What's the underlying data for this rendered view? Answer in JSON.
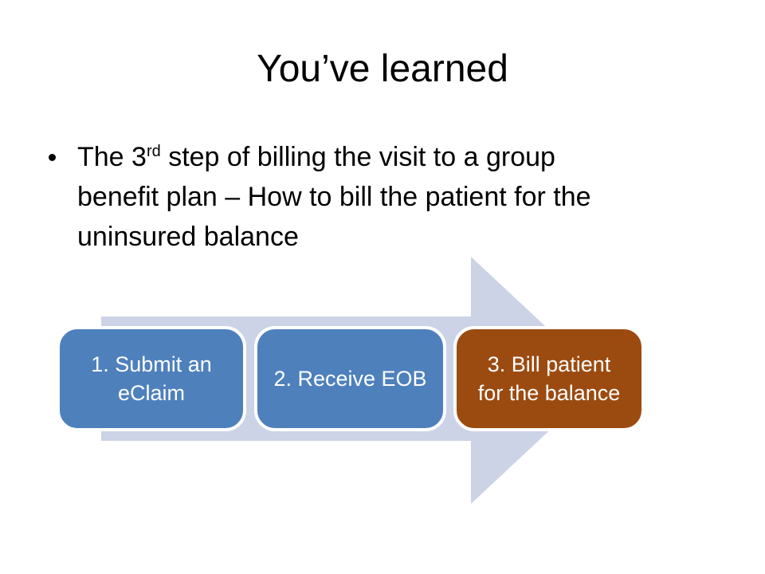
{
  "slide": {
    "title": "You’ve learned",
    "bullet": {
      "line1_pre": "The 3",
      "line1_sup": "rd",
      "line1_post": " step of billing the visit to a group",
      "line2": "benefit plan – How to bill the patient for the",
      "line3": "uninsured balance"
    },
    "diagram": {
      "type": "process-arrow",
      "arrow_color": "#CDD3E6",
      "step_text_color": "#FFFFFF",
      "steps": [
        {
          "label": "1. Submit an eClaim",
          "label_lines": [
            "1. Submit an",
            "eClaim"
          ],
          "color": "#4E80BC"
        },
        {
          "label": "2. Receive EOB",
          "label_lines": [
            "2. Receive EOB"
          ],
          "color": "#4E80BC"
        },
        {
          "label": "3. Bill patient for the balance",
          "label_lines": [
            "3. Bill patient",
            "for the balance"
          ],
          "color": "#9C4B10"
        }
      ]
    },
    "colors": {
      "background": "#FFFFFF",
      "text": "#000000"
    }
  }
}
